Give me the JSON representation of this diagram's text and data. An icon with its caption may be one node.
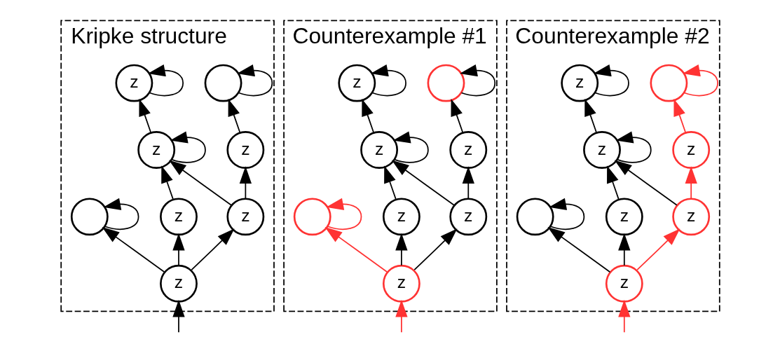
{
  "diagram": {
    "nodes": [
      {
        "text": [
          "Kripke structure"
        ]
      },
      {
        "text": [],
        "shape": "circle",
        "in": 0
      },
      {
        "text": [
          "z"
        ],
        "in": 0
      },
      {
        "text": [],
        "shape": "circle",
        "in": 0
      },
      {
        "text": [
          "z"
        ],
        "in": 0
      },
      {
        "text": [
          "z"
        ],
        "in": 0
      },
      {
        "text": [
          "z"
        ],
        "in": 0
      },
      {
        "text": [
          "z"
        ],
        "in": 0
      },
      {
        "text": [
          "z"
        ],
        "in": 0
      },
      {
        "text": [
          "Counterexample #1"
        ]
      },
      {
        "text": [],
        "shape": "circle",
        "in": 9
      },
      {
        "text": [
          "z"
        ],
        "in": 9
      },
      {
        "text": [],
        "shape": "circle",
        "in": 9
      },
      {
        "text": [
          "z"
        ],
        "in": 9
      },
      {
        "text": [
          "z"
        ],
        "in": 9
      },
      {
        "text": [
          "z"
        ],
        "in": 9
      },
      {
        "text": [
          "z"
        ],
        "in": 9
      },
      {
        "text": [
          "z"
        ],
        "in": 9
      },
      {
        "text": [
          "Counterexample #2"
        ]
      },
      {
        "text": [],
        "shape": "circle",
        "in": 18
      },
      {
        "text": [
          "z"
        ],
        "in": 18
      },
      {
        "text": [],
        "shape": "circle",
        "in": 18
      },
      {
        "text": [
          "z"
        ],
        "in": 18
      },
      {
        "text": [
          "z"
        ],
        "in": 18
      },
      {
        "text": [
          "z"
        ],
        "in": 18
      },
      {
        "text": [
          "z"
        ],
        "in": 18
      },
      {
        "text": [
          "z"
        ],
        "in": 18
      }
    ],
    "edges": [
      {
        "from": null,
        "to": 8,
        "arrow": "to"
      },
      {
        "from": 8,
        "to": 3,
        "arrow": "to"
      },
      {
        "from": 8,
        "to": 6,
        "arrow": "to"
      },
      {
        "from": 8,
        "to": 7,
        "arrow": "to"
      },
      {
        "from": 6,
        "to": 4,
        "arrow": "to"
      },
      {
        "from": 4,
        "to": 2,
        "arrow": "to"
      },
      {
        "from": 7,
        "to": 4,
        "arrow": "to"
      },
      {
        "from": 7,
        "to": 5,
        "arrow": "to"
      },
      {
        "from": 5,
        "to": 1,
        "arrow": "to"
      },
      {
        "from": 1,
        "to": 1,
        "arrow": "to"
      },
      {
        "from": 2,
        "to": 2,
        "arrow": "to"
      },
      {
        "from": 3,
        "to": 3,
        "arrow": "to"
      },
      {
        "from": 4,
        "to": 4,
        "arrow": "to"
      },
      {
        "from": null,
        "to": 17,
        "arrow": "to",
        "color": "#ff3333"
      },
      {
        "from": 17,
        "to": 12,
        "arrow": "to",
        "color": "#ff3333"
      },
      {
        "from": 17,
        "to": 15,
        "arrow": "to"
      },
      {
        "from": 17,
        "to": 16,
        "arrow": "to"
      },
      {
        "from": 15,
        "to": 13,
        "arrow": "to"
      },
      {
        "from": 13,
        "to": 11,
        "arrow": "to"
      },
      {
        "from": 16,
        "to": 13,
        "arrow": "to"
      },
      {
        "from": 16,
        "to": 14,
        "arrow": "to"
      },
      {
        "from": 14,
        "to": 10,
        "arrow": "to"
      },
      {
        "from": 10,
        "to": 10,
        "arrow": "to"
      },
      {
        "from": 11,
        "to": 11,
        "arrow": "to"
      },
      {
        "from": 12,
        "to": 12,
        "arrow": "to",
        "color": "#ff3333"
      },
      {
        "from": 13,
        "to": 13,
        "arrow": "to"
      },
      {
        "from": null,
        "to": 26,
        "arrow": "to",
        "color": "#ff3333"
      },
      {
        "from": 26,
        "to": 21,
        "arrow": "to"
      },
      {
        "from": 26,
        "to": 24,
        "arrow": "to"
      },
      {
        "from": 26,
        "to": 25,
        "arrow": "to",
        "color": "#ff3333"
      },
      {
        "from": 24,
        "to": 22,
        "arrow": "to"
      },
      {
        "from": 22,
        "to": 20,
        "arrow": "to"
      },
      {
        "from": 25,
        "to": 22,
        "arrow": "to"
      },
      {
        "from": 25,
        "to": 23,
        "arrow": "to",
        "color": "#ff3333"
      },
      {
        "from": 23,
        "to": 19,
        "arrow": "to",
        "color": "#ff3333"
      },
      {
        "from": 19,
        "to": 19,
        "arrow": "to",
        "color": "#ff3333"
      },
      {
        "from": 20,
        "to": 20,
        "arrow": "to"
      },
      {
        "from": 21,
        "to": 21,
        "arrow": "to"
      },
      {
        "from": 22,
        "to": 22,
        "arrow": "to"
      }
    ]
  }
}
